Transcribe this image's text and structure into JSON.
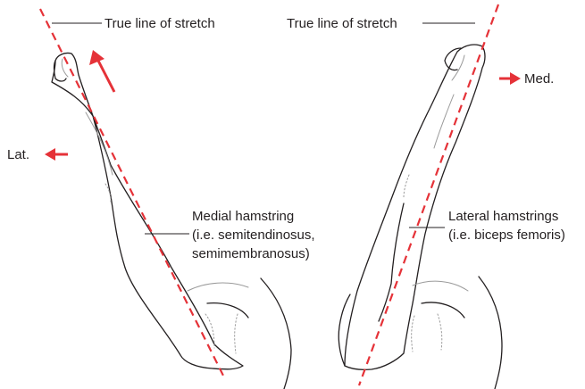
{
  "labels": {
    "left_true_line": "True line of stretch",
    "right_true_line": "True line of stretch",
    "medial_direction": "Med.",
    "lateral_direction": "Lat.",
    "medial_hamstring_line1": "Medial hamstring",
    "medial_hamstring_line2": "(i.e. semitendinosus,",
    "medial_hamstring_line3": "semimembranosus)",
    "lateral_hamstrings_line1": "Lateral hamstrings",
    "lateral_hamstrings_line2": "(i.e. biceps femoris)"
  },
  "colors": {
    "accent_red": "#e53238",
    "outline": "#231f20",
    "soft_line": "#9a9a9a"
  }
}
